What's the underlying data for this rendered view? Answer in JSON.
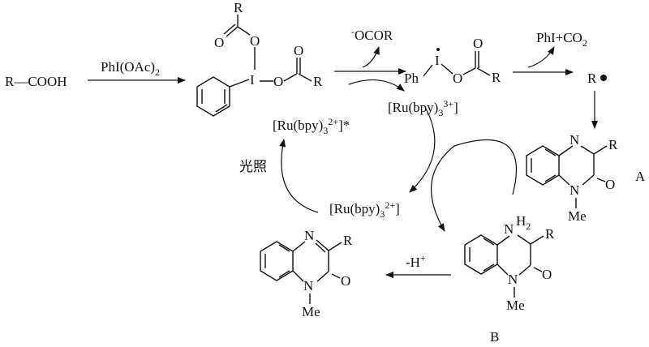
{
  "labels": {
    "rcooh": "R—COOH",
    "phi_oac2_main": "PhI(OAc)",
    "phi_oac2_sub": "2",
    "ocor": "OCOR",
    "ocor_minus": "-",
    "phi_co2_a": "PhI+CO",
    "phi_co2_sub": "2",
    "r_radical": "R",
    "ph": "Ph",
    "iodine": "I",
    "o": "O",
    "r": "R",
    "n": "N",
    "me": "Me",
    "h2": "H",
    "h2_sub": "2",
    "compound_a": "A",
    "compound_b": "B",
    "minus_h": "-H",
    "plus": "+",
    "ru_base": "[Ru(bpy)",
    "ru_sub": "3",
    "ru_excited_sup": "2+",
    "ru_excited_end": "]*",
    "ru3_sup": "3+",
    "ru_close": "]",
    "ru2_sup": "2+",
    "light": "光照"
  }
}
